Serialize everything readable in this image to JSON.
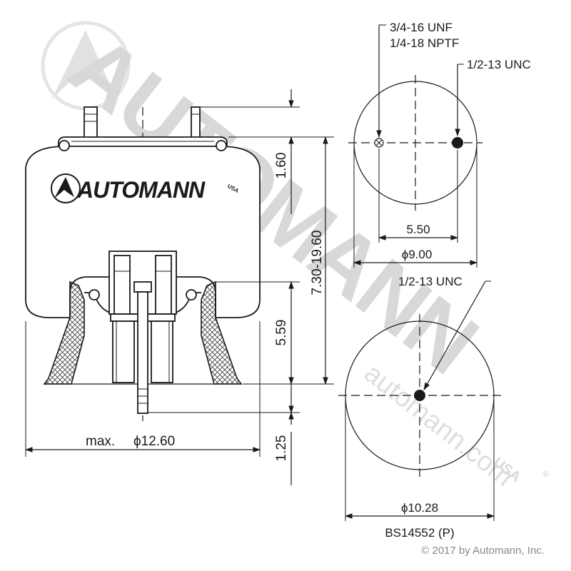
{
  "watermark": {
    "brand_large": "AUTOMANN",
    "brand_suffix": "USA",
    "url": "automann.com",
    "registered": "®"
  },
  "logo": {
    "brand": "AUTOMANN",
    "suffix": "USA"
  },
  "dimensions": {
    "top_height": "1.60",
    "overall_height": "7.30-19.60",
    "piston_height": "5.59",
    "stud_length": "1.25",
    "max_diameter_prefix": "max.",
    "max_diameter": "ϕ12.60",
    "top_bolt_spacing": "5.50",
    "top_plate_diameter": "ϕ9.00",
    "bottom_plate_diameter": "ϕ10.28"
  },
  "callouts": {
    "top_left_thread_1": "3/4-16 UNF",
    "top_left_thread_2": "1/4-18 NPTF",
    "top_right_thread": "1/2-13 UNC",
    "bottom_thread": "1/2-13 UNC"
  },
  "part_number": "BS14552 (P)",
  "copyright": "© 2017 by Automann, Inc."
}
